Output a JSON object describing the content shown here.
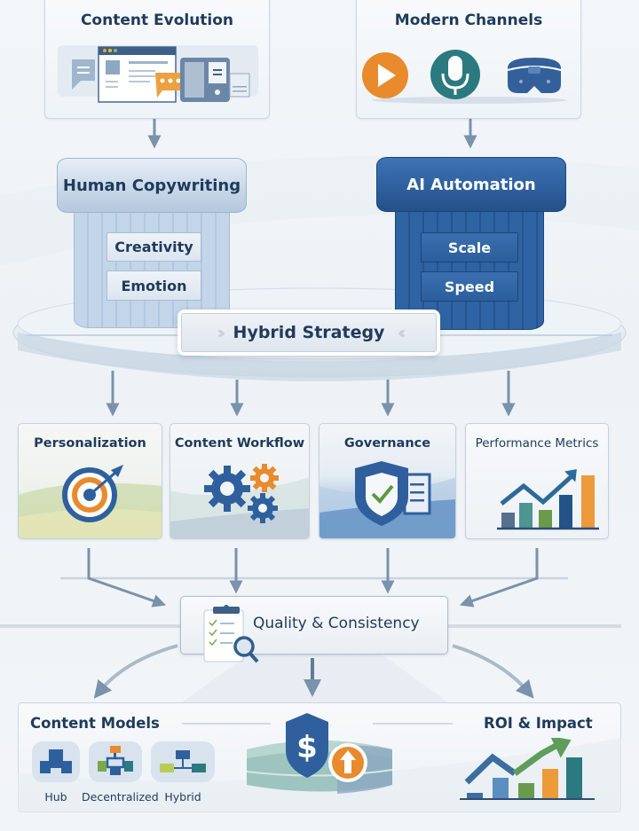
{
  "top": {
    "content_evolution": {
      "title": "Content Evolution",
      "icon": "multi-device-content-icon"
    },
    "modern_channels": {
      "title": "Modern Channels",
      "icons": [
        "video-play-icon",
        "microphone-icon",
        "vr-headset-icon"
      ],
      "colors": {
        "video": "#e98a2c",
        "microphone": "#2b7a80",
        "vr": "#33609a"
      }
    }
  },
  "pillars": {
    "human": {
      "title": "Human Copywriting",
      "tags": [
        "Creativity",
        "Emotion"
      ]
    },
    "ai": {
      "title": "AI Automation",
      "tags": [
        "Scale",
        "Speed"
      ]
    }
  },
  "hybrid": {
    "label": "Hybrid Strategy"
  },
  "cards": [
    {
      "title": "Personalization",
      "icon": "target-icon"
    },
    {
      "title": "Content Workflow",
      "icon": "gears-icon"
    },
    {
      "title": "Governance",
      "icon": "shield-check-icon"
    },
    {
      "title": "Performance Metrics",
      "icon": "bar-chart-trend-icon"
    }
  ],
  "quality": {
    "label": "Quality & Consistency",
    "icon": "clipboard-magnifier-icon"
  },
  "bottom": {
    "content_models": {
      "title": "Content Models",
      "models": [
        {
          "label": "Hub",
          "icon": "hub-model-icon"
        },
        {
          "label": "Decentralized",
          "icon": "decentralized-model-icon"
        },
        {
          "label": "Hybrid",
          "icon": "hybrid-model-icon"
        }
      ]
    },
    "center_icon": "dollar-shield-growth-icon",
    "roi": {
      "title": "ROI & Impact",
      "icon": "roi-chart-icon"
    }
  },
  "palette": {
    "navy": "#1f3a5c",
    "blue": "#2f609e",
    "orange": "#e98a2c",
    "teal": "#2b7a80",
    "green": "#6a9b4c"
  }
}
